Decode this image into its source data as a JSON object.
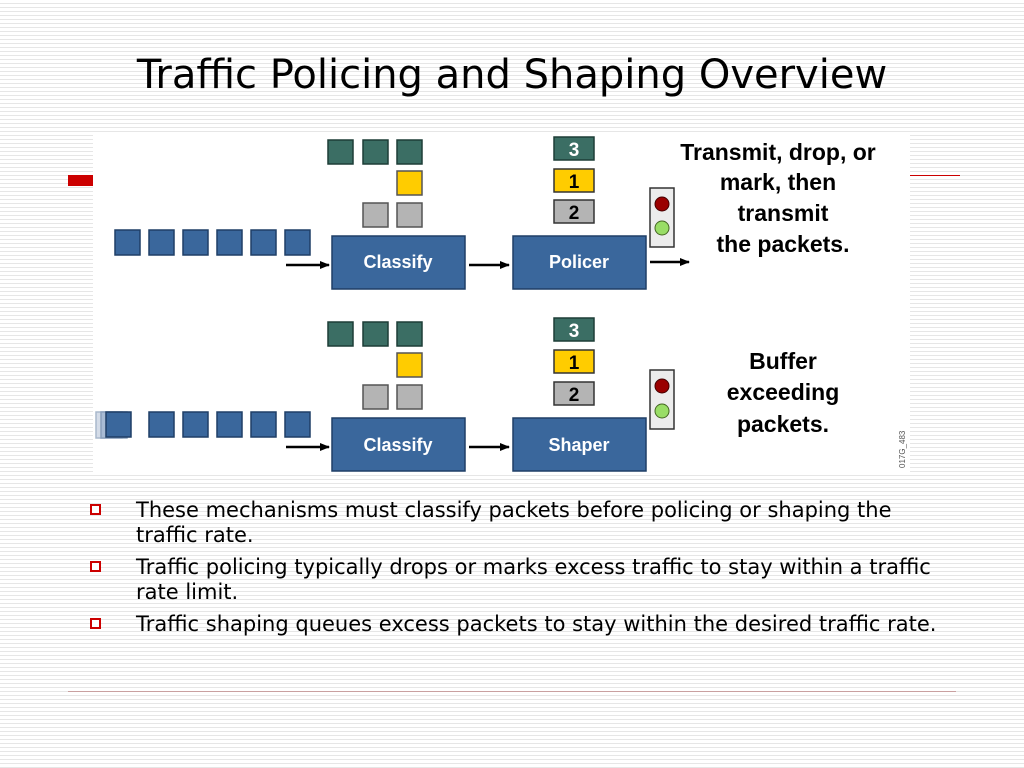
{
  "title": "Traffic Policing and Shaping Overview",
  "diagram": {
    "policing": {
      "classifier_label": "Classify",
      "controller_label": "Policer",
      "queue_labels": [
        "3",
        "1",
        "2"
      ],
      "annotation_lines": [
        "Transmit, drop, or",
        "mark, then",
        "transmit",
        "the packets."
      ]
    },
    "shaping": {
      "classifier_label": "Classify",
      "controller_label": "Shaper",
      "queue_labels": [
        "3",
        "1",
        "2"
      ],
      "annotation_lines": [
        "Buffer",
        "exceeding",
        "packets."
      ]
    },
    "figure_id": "017G_483"
  },
  "bullets": [
    "These mechanisms must classify packets before policing or shaping the traffic rate.",
    "Traffic policing typically drops or marks excess traffic to stay within a traffic rate limit.",
    "Traffic shaping queues excess packets to stay within the desired traffic rate."
  ],
  "colors": {
    "packet_blue": "#3a679c",
    "packet_dark_green": "#3b6e64",
    "packet_yellow": "#ffcc00",
    "packet_gray": "#b4b4b4",
    "box_blue": "#3a679c",
    "light_red": "#9a0000",
    "light_green": "#99dd66",
    "bullet_red": "#cc0000"
  }
}
